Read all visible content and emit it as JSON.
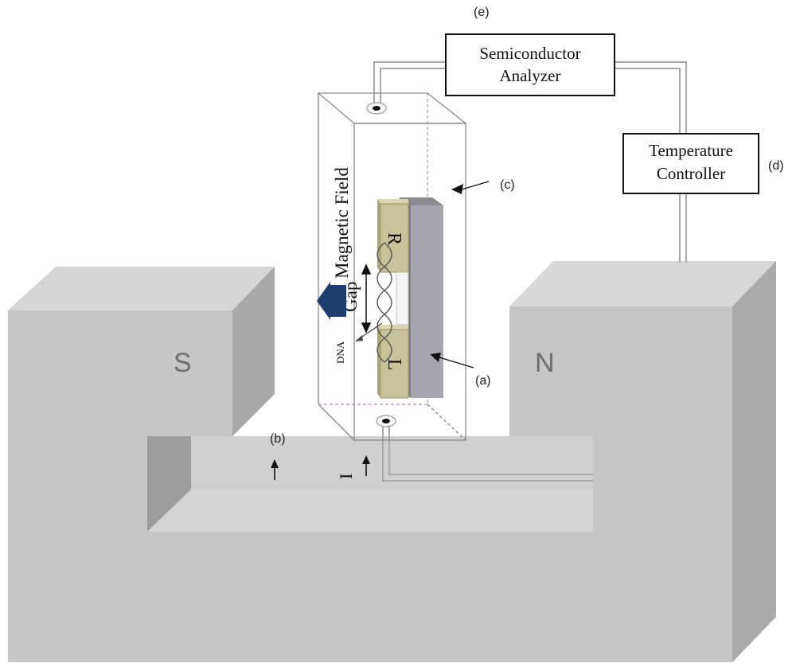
{
  "labels": {
    "semiconductor_line1": "Semiconductor",
    "semiconductor_line2": "Analyzer",
    "temperature_line1": "Temperature",
    "temperature_line2": "Controller",
    "label_e": "(e)",
    "label_d": "(d)",
    "label_c": "(c)",
    "label_a": "(a)",
    "label_b": "(b)",
    "magnetic_field": "Magnetic Field",
    "gap": "Gap",
    "dna": "DNA",
    "electrode_r": "R",
    "electrode_l": "L",
    "pole_s": "S",
    "pole_n": "N",
    "current": "I"
  },
  "colors": {
    "magnet_front": "#c4c4c4",
    "magnet_top": "#d3d3d3",
    "magnet_side": "#a9a9a9",
    "electrode": "#c9c39a",
    "substrate": "#a3a3ab",
    "field_arrow": "#1c3f70",
    "wire": "#a8a8a8"
  }
}
